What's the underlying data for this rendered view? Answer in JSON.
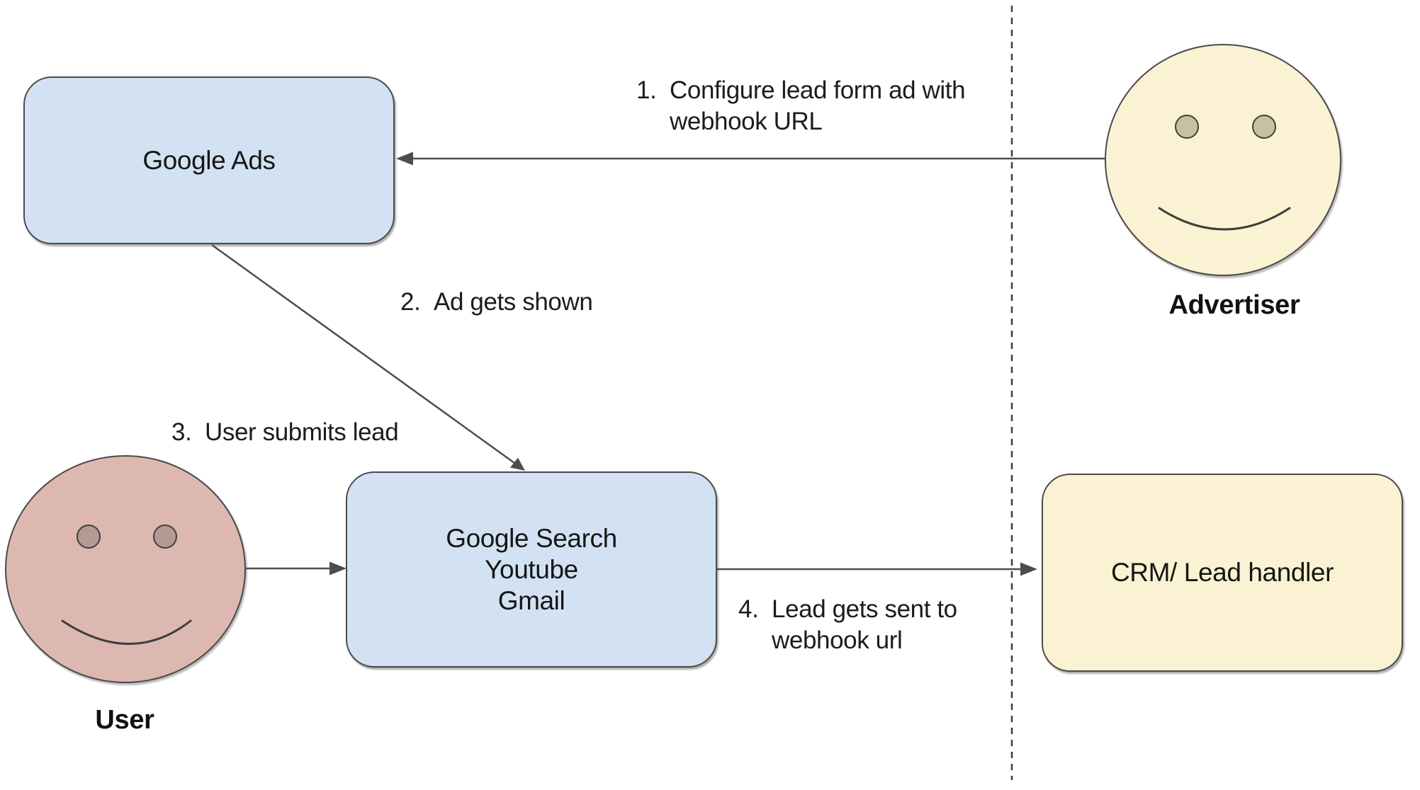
{
  "diagram": {
    "nodes": {
      "google_ads": {
        "label": "Google Ads"
      },
      "google_search": {
        "lines": [
          "Google Search",
          "Youtube",
          "Gmail"
        ]
      },
      "crm": {
        "label": "CRM/ Lead handler"
      }
    },
    "actors": {
      "advertiser": {
        "label": "Advertiser"
      },
      "user": {
        "label": "User"
      }
    },
    "steps": {
      "step1": {
        "number": "1.",
        "lines": [
          "Configure lead form ad with",
          "webhook URL"
        ]
      },
      "step2": {
        "number": "2.",
        "lines": [
          "Ad gets shown"
        ]
      },
      "step3": {
        "number": "3.",
        "lines": [
          "User submits lead"
        ]
      },
      "step4": {
        "number": "4.",
        "lines": [
          "Lead gets sent to",
          "webhook url"
        ]
      }
    },
    "colors": {
      "node_blue": "#d3e2f2",
      "node_yellow": "#faf2d3",
      "face_pink": "#ddb8b0",
      "eye_on_pink": "#b59a93",
      "eye_on_yellow": "#c9c0a4",
      "stroke": "#4a4a4a",
      "text": "#1d1d1d"
    }
  }
}
